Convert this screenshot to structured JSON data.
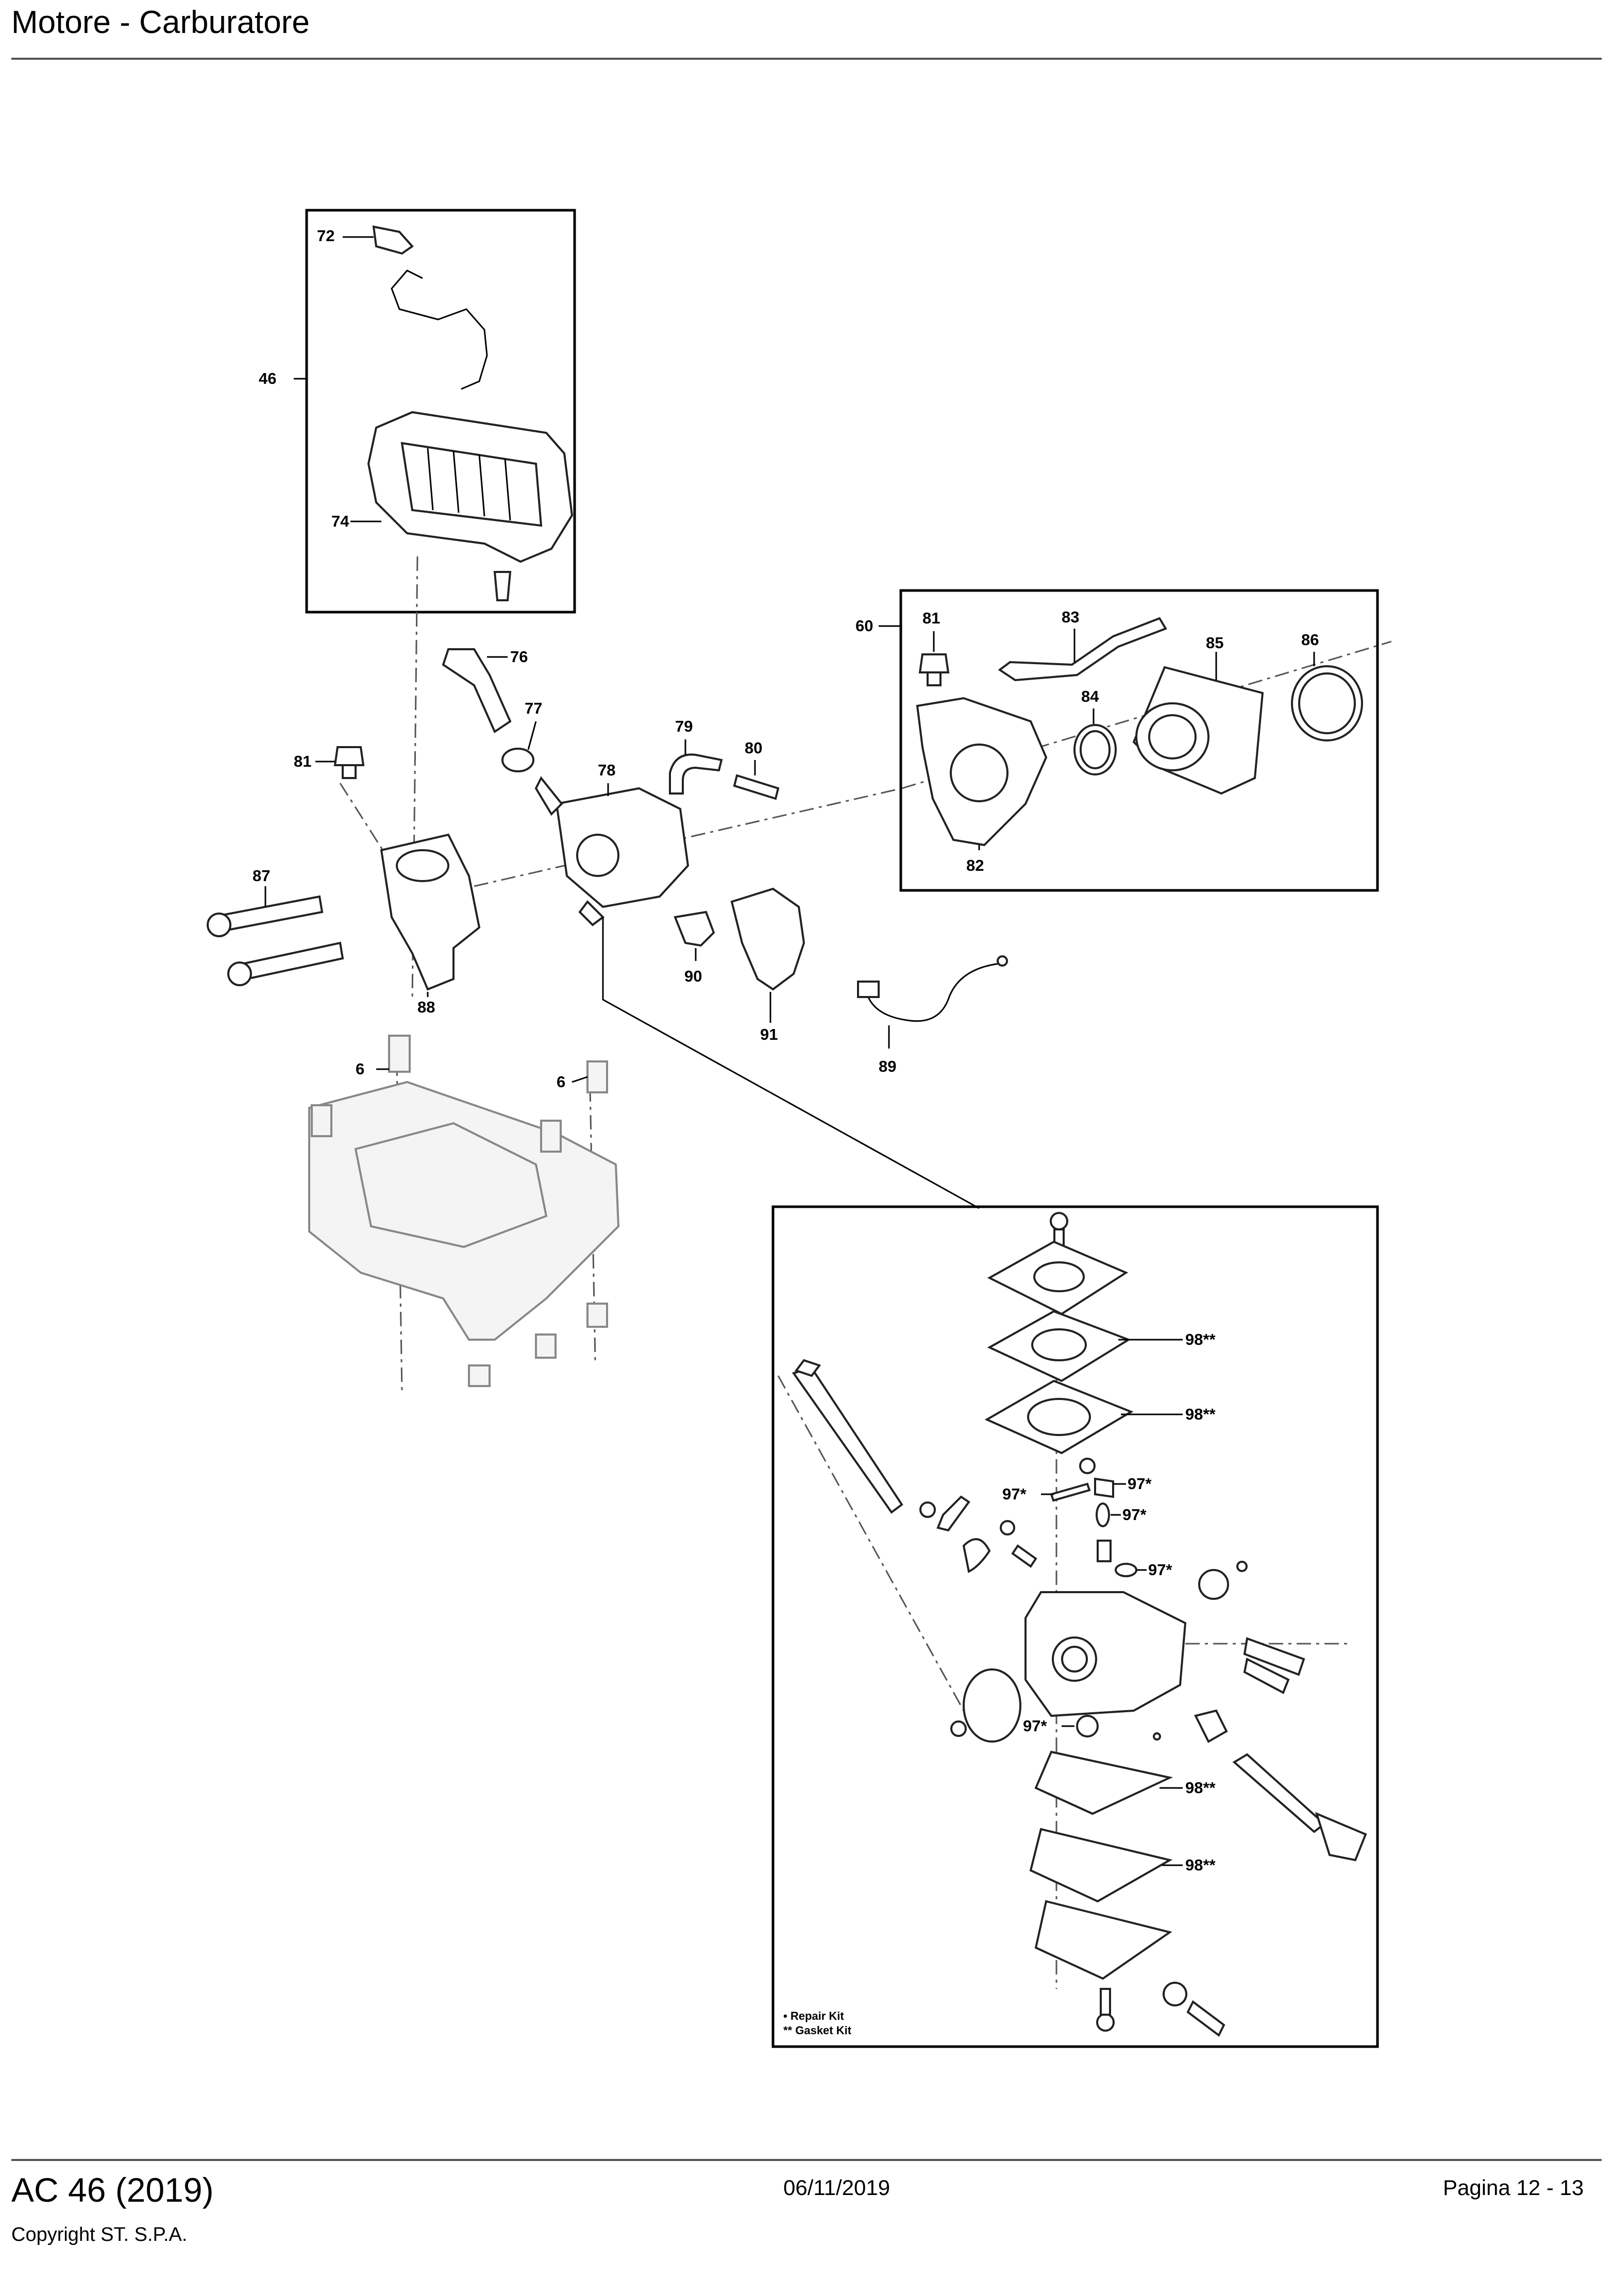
{
  "header": {
    "title": "Motore - Carburatore"
  },
  "footer": {
    "model": "AC 46 (2019)",
    "copyright": "Copyright ST. S.P.A.",
    "date": "06/11/2019",
    "page": "Pagina 12 - 13"
  },
  "callouts": {
    "p72": "72",
    "p46": "46",
    "p74": "74",
    "p76": "76",
    "p77": "77",
    "p78": "78",
    "p79": "79",
    "p80": "80",
    "p81a": "81",
    "p87": "87",
    "p88": "88",
    "p90": "90",
    "p91": "91",
    "p89": "89",
    "p6a": "6",
    "p6b": "6",
    "p60": "60",
    "p81b": "81",
    "p83": "83",
    "p85": "85",
    "p86": "86",
    "p84": "84",
    "p82": "82",
    "k98a": "98**",
    "k98b": "98**",
    "k97a": "97*",
    "k97b": "97*",
    "k97c": "97*",
    "k97d": "97*",
    "k97e": "97*",
    "k98c": "98**",
    "k98d": "98**"
  },
  "legend": {
    "repair_kit": "• Repair Kit",
    "gasket_kit": "** Gasket Kit"
  }
}
